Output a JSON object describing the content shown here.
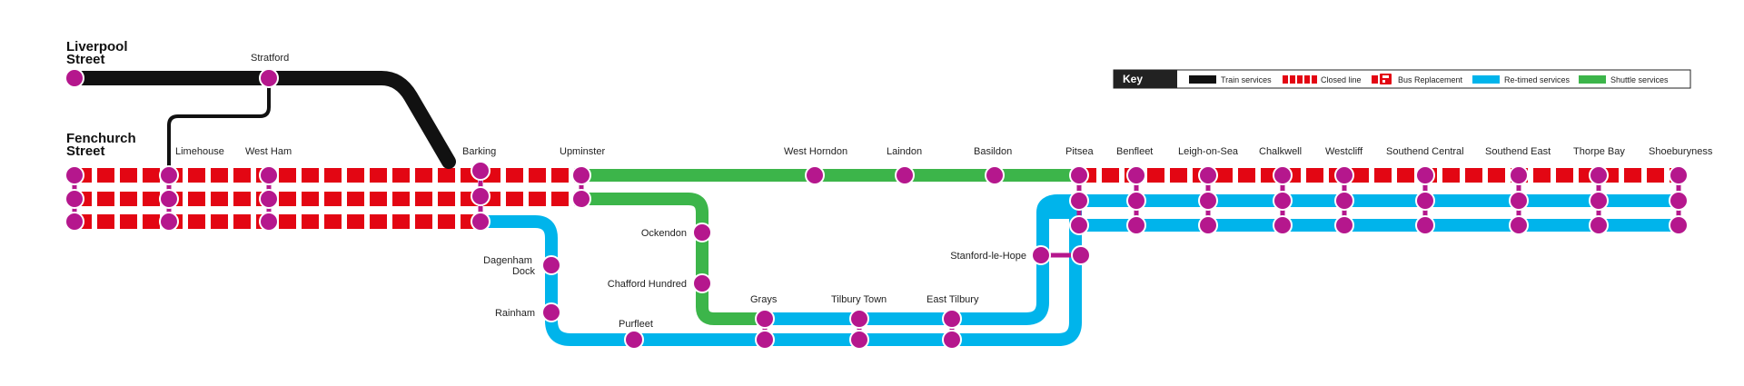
{
  "colors": {
    "train": "#111111",
    "closed": "#e30613",
    "retimed": "#00b4eb",
    "shuttle": "#3cb54a",
    "station": "#b5178d",
    "key_header": "#222222"
  },
  "terminals": {
    "liverpool_street": [
      "Liverpool",
      "Street"
    ],
    "fenchurch_street": [
      "Fenchurch",
      "Street"
    ]
  },
  "stations": {
    "stratford": "Stratford",
    "limehouse": "Limehouse",
    "west_ham": "West Ham",
    "barking": "Barking",
    "upminster": "Upminster",
    "west_horndon": "West Horndon",
    "laindon": "Laindon",
    "basildon": "Basildon",
    "pitsea": "Pitsea",
    "benfleet": "Benfleet",
    "leigh_on_sea": "Leigh-on-Sea",
    "chalkwell": "Chalkwell",
    "westcliff": "Westcliff",
    "southend_central": "Southend Central",
    "southend_east": "Southend East",
    "thorpe_bay": "Thorpe Bay",
    "shoeburyness": "Shoeburyness",
    "ockendon": "Ockendon",
    "chafford_hundred": "Chafford Hundred",
    "dagenham_dock": [
      "Dagenham",
      "Dock"
    ],
    "rainham": "Rainham",
    "purfleet": "Purfleet",
    "grays": "Grays",
    "tilbury_town": "Tilbury Town",
    "east_tilbury": "East Tilbury",
    "stanford_le_hope": "Stanford-le-Hope"
  },
  "key": {
    "title": "Key",
    "train_services": "Train services",
    "closed_line": "Closed line",
    "bus_replacement": "Bus Replacement",
    "retimed_services": "Re-timed services",
    "shuttle_services": "Shuttle services"
  }
}
